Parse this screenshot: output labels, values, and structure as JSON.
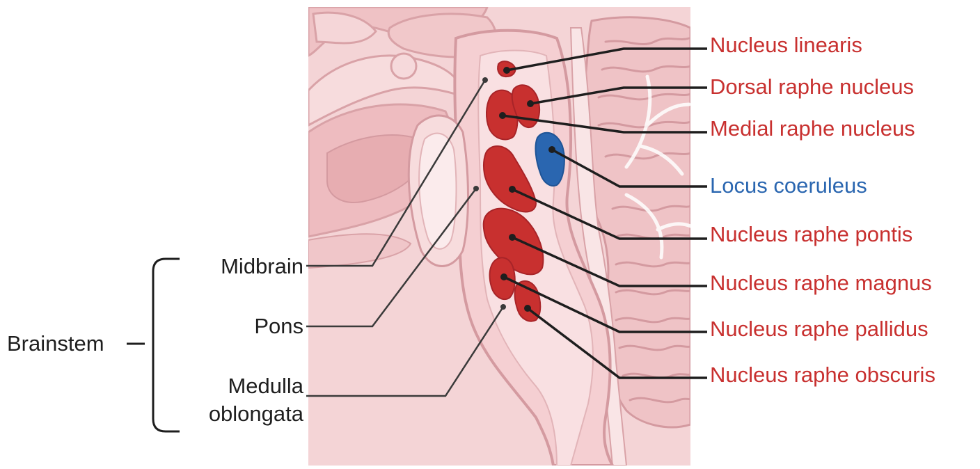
{
  "labels": {
    "nucleus_linearis": "Nucleus linearis",
    "dorsal_raphe": "Dorsal raphe nucleus",
    "medial_raphe": "Medial raphe nucleus",
    "locus_coeruleus": "Locus coeruleus",
    "raphe_pontis": "Nucleus raphe pontis",
    "raphe_magnus": "Nucleus raphe magnus",
    "raphe_pallidus": "Nucleus raphe pallidus",
    "raphe_obscuris": "Nucleus raphe obscuris",
    "midbrain": "Midbrain",
    "pons": "Pons",
    "medulla_line1": "Medulla",
    "medulla_line2": "oblongata",
    "brainstem": "Brainstem"
  },
  "colors": {
    "raphe_red": "#c8302f",
    "locus_blue": "#2a66b0",
    "tissue_pink": "#f2c9cb",
    "tissue_dark": "#e3a9ad",
    "outline": "#c98a90",
    "text_dark": "#1e1e1e"
  }
}
